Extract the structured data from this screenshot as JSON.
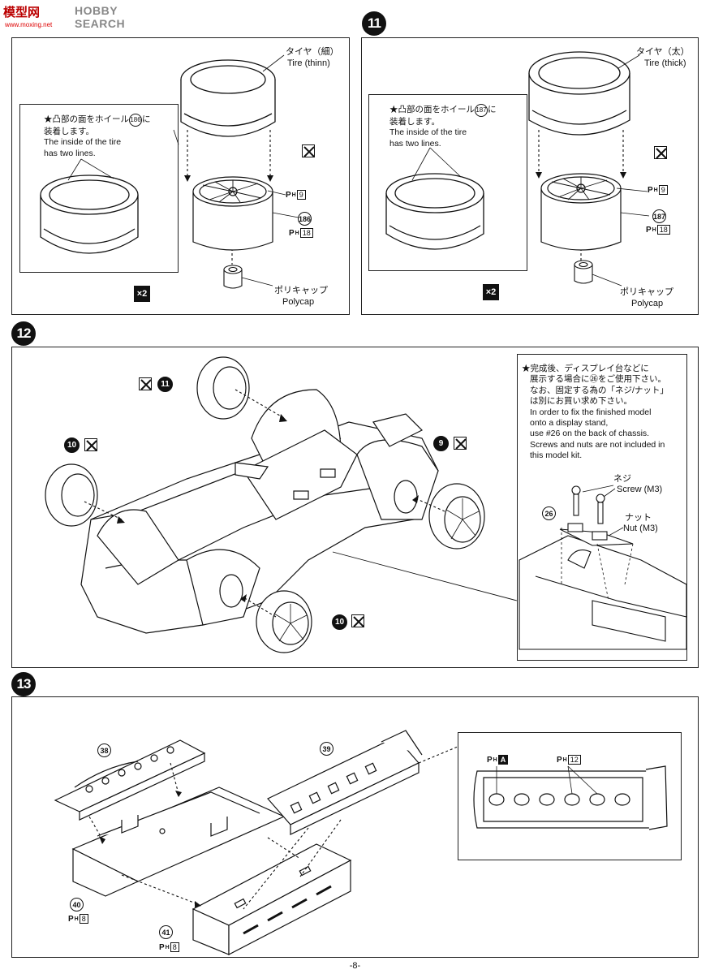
{
  "header": {
    "logo_text": "模型网",
    "site": "HOBBY SEARCH",
    "url": "www.moxing.net"
  },
  "page_number": "-8-",
  "step10": {
    "tire_jp": "タイヤ（細）",
    "tire_en": "Tire (thinn)",
    "note_jp_1": "★凸部の面をホイール",
    "note_part": "186",
    "note_jp_2": "に",
    "note_jp_3": "装着します。",
    "note_en_1": "The inside of the tire",
    "note_en_2": "has two lines.",
    "wheel_part": "186",
    "ph_a": "9",
    "ph_b": "18",
    "polycap_jp": "ポリキャップ",
    "polycap_en": "Polycap",
    "multiplier": "×2"
  },
  "step11": {
    "number": "11",
    "tire_jp": "タイヤ（太）",
    "tire_en": "Tire (thick)",
    "note_jp_1": "★凸部の面をホイール",
    "note_part": "187",
    "note_jp_2": "に",
    "note_jp_3": "装着します。",
    "note_en_1": "The inside of the tire",
    "note_en_2": "has two lines.",
    "wheel_part": "187",
    "ph_a": "9",
    "ph_b": "18",
    "polycap_jp": "ポリキャップ",
    "polycap_en": "Polycap",
    "multiplier": "×2"
  },
  "step12": {
    "number": "12",
    "callout_rear": "11",
    "callout_front_left": "10",
    "callout_front_right": "9",
    "callout_bottom": "10",
    "note_jp_1": "★完成後、ディスプレイ台などに",
    "note_jp_2": "展示する場合に㉖をご使用下さい。",
    "note_jp_3": "なお、固定する為の「ネジ/ナット」",
    "note_jp_4": "は別にお買い求め下さい。",
    "note_en_1": "In order to fix the finished model",
    "note_en_2": "onto a display stand,",
    "note_en_3": "use #26 on the back of chassis.",
    "note_en_4": "Screws and nuts are not included in",
    "note_en_5": "this model kit.",
    "screw_jp": "ネジ",
    "screw_en": "Screw (M3)",
    "nut_jp": "ナット",
    "nut_en": "Nut (M3)",
    "part_26": "26"
  },
  "step13": {
    "number": "13",
    "part_38": "38",
    "part_39": "39",
    "part_40": "40",
    "part_41": "41",
    "ph_40": "8",
    "ph_41": "8",
    "ph_A": "A",
    "ph_12": "12"
  }
}
